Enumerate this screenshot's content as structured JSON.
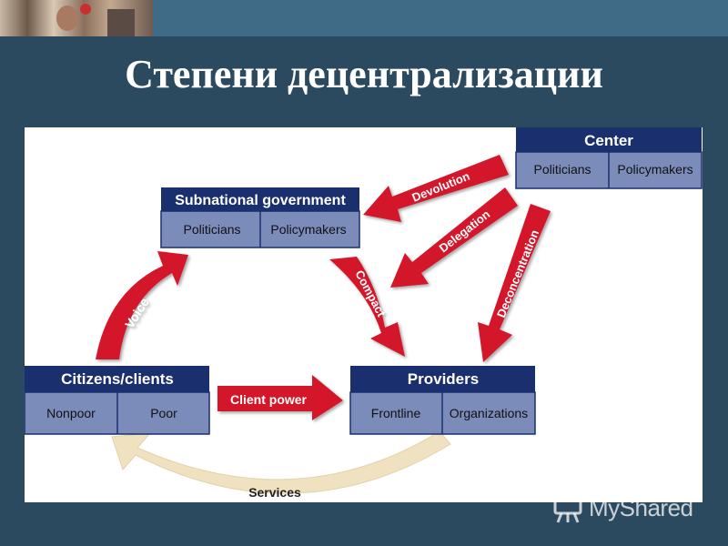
{
  "slide": {
    "title": "Степени децентрализации"
  },
  "diagram": {
    "center": {
      "header": "Center",
      "cells": [
        "Politicians",
        "Policymakers"
      ]
    },
    "subnational": {
      "header": "Subnational government",
      "cells": [
        "Politicians",
        "Policymakers"
      ]
    },
    "citizens": {
      "header": "Citizens/clients",
      "cells": [
        "Nonpoor",
        "Poor"
      ]
    },
    "providers": {
      "header": "Providers",
      "cells": [
        "Frontline",
        "Organizations"
      ]
    },
    "arrows": {
      "devolution": "Devolution",
      "delegation": "Delegation",
      "deconcentration": "Deconcentration",
      "compact": "Compact",
      "voice": "Voice",
      "client_power": "Client power",
      "services": "Services"
    },
    "colors": {
      "box_header": "#1a2f6e",
      "box_cell": "#7c8cba",
      "arrow_red": "#d3172a",
      "arrow_cream": "#f0e2c0"
    }
  },
  "watermark": {
    "text": "MyShared"
  }
}
